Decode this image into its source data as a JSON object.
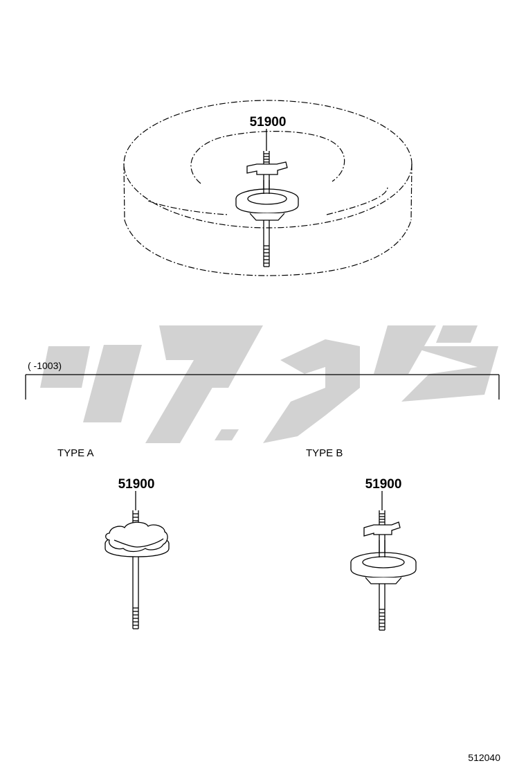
{
  "parts": {
    "tire_part_no": "51900",
    "type_a_part_no": "51900",
    "type_b_part_no": "51900"
  },
  "section": {
    "range_label": "(      -1003)",
    "type_a_label": "TYPE  A",
    "type_b_label": "TYPE  B"
  },
  "figure_id": "512040",
  "watermark": {
    "text": "تویوتی",
    "color": "#d0d0d0"
  }
}
